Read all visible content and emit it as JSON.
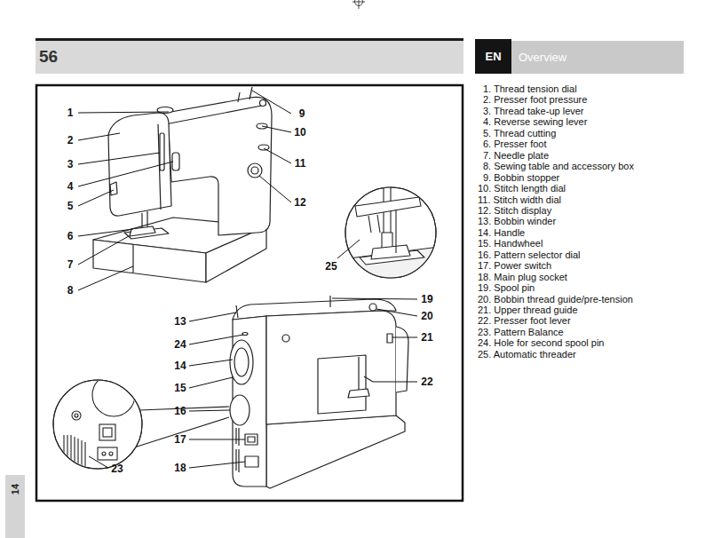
{
  "diagram": {
    "nodes": [
      {
        "text": [
          "56"
        ]
      },
      {
        "text": [
          "EN"
        ]
      },
      {
        "text": [
          "Overview"
        ]
      },
      {
        "text": [
          "14"
        ]
      }
    ],
    "labels": [
      "1",
      "2",
      "3",
      "4",
      "5",
      "6",
      "7",
      "8",
      "9",
      "10",
      "11",
      "12",
      "13",
      "14",
      "15",
      "16",
      "17",
      "18",
      "19",
      "20",
      "21",
      "22",
      "23",
      "24",
      "25",
      "1. Thread tension dial",
      "2. Presser foot pressure",
      "3. Thread take-up lever",
      "4. Reverse sewing lever",
      "5. Thread cutting",
      "6. Presser foot",
      "7. Needle plate",
      "8. Sewing table and accessory box",
      "9. Bobbin stopper",
      "10. Stitch length dial",
      "11. Stitch width dial",
      "12. Stitch display",
      "13. Bobbin winder",
      "14. Handle",
      "15. Handwheel",
      "16. Pattern selector dial",
      "17. Power switch",
      "18. Main plug socket",
      "19. Spool pin",
      "20. Bobbin thread guide/pre-tension",
      "21. Upper thread guide",
      "22. Presser foot lever",
      "23. Pattern Balance",
      "24. Hole for second spool pin",
      "25. Automatic threader"
    ]
  }
}
